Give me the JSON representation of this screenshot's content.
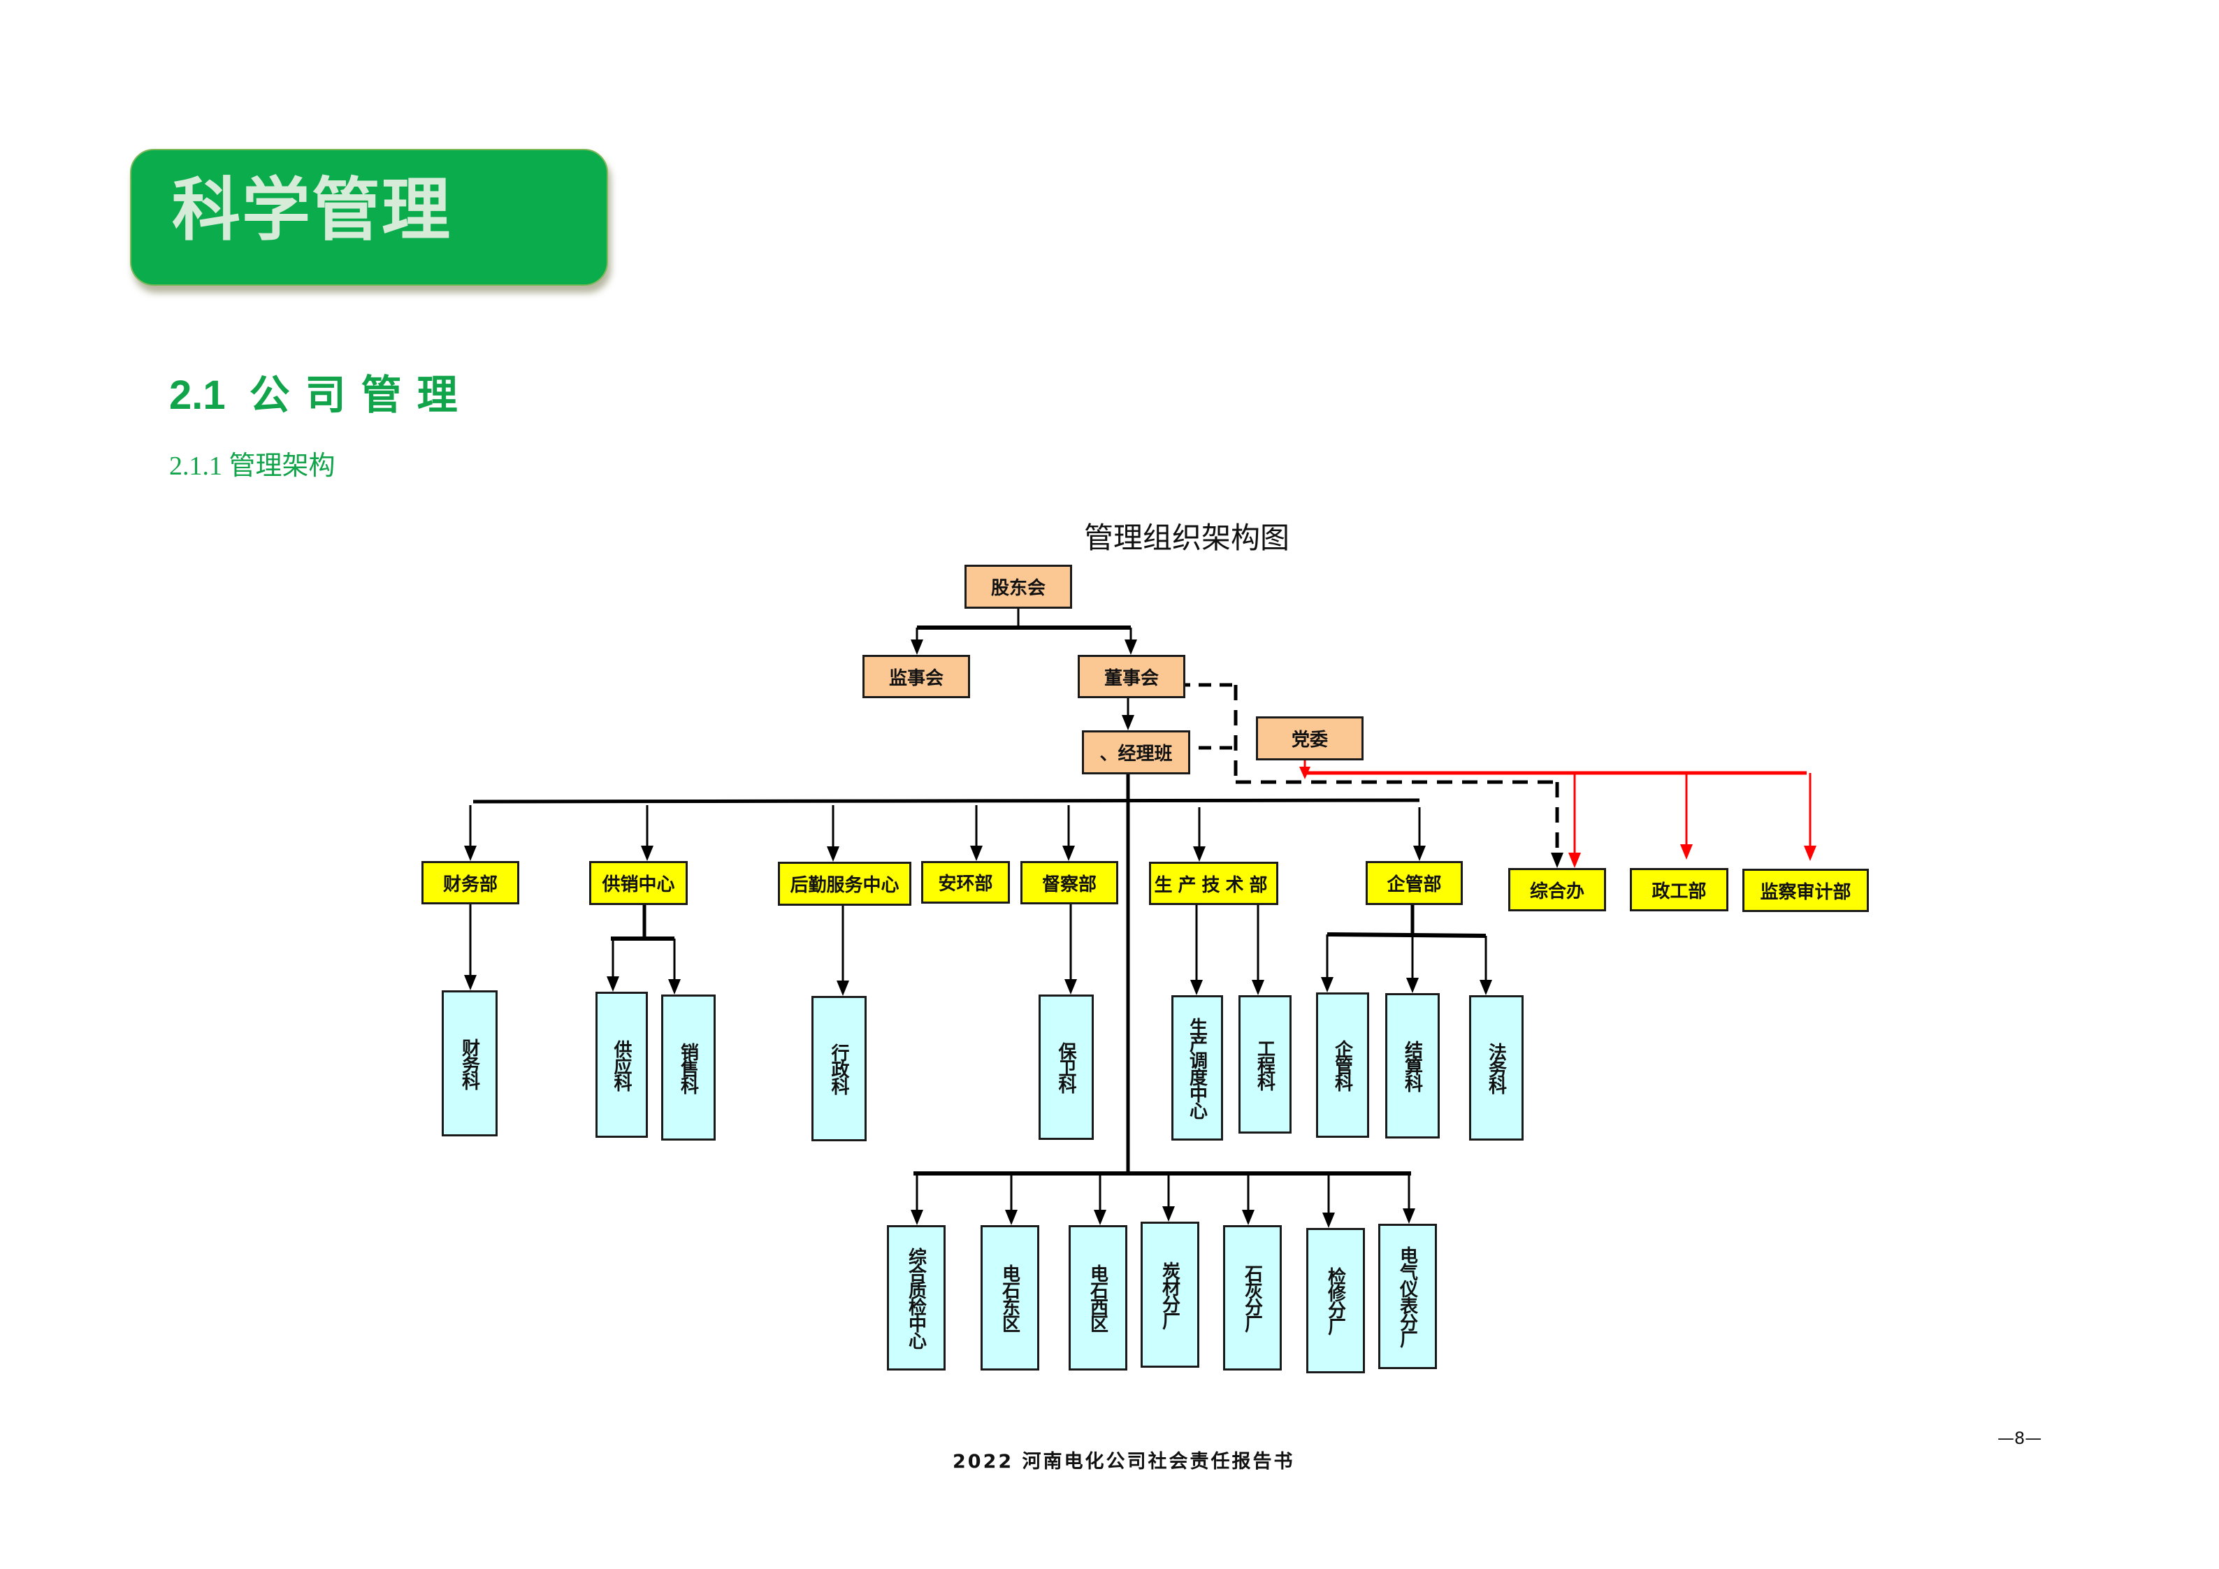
{
  "section_banner": {
    "title": "科学管理",
    "color": "#0aac4c"
  },
  "heading": {
    "number": "2.1",
    "title": "公司管理"
  },
  "subheading": {
    "text": "2.1.1 管理架构"
  },
  "chart": {
    "title": "管理组织架构图",
    "colors": {
      "governance": "#fbc894",
      "department": "#ffff00",
      "unit": "#ccffff",
      "party_line": "#ff0000"
    },
    "governance": {
      "shareholders": "股东会",
      "supervisors": "监事会",
      "board": "董事会",
      "management": "、经理班",
      "party_committee": "党委"
    },
    "departments": [
      {
        "id": "finance",
        "label": "财务部",
        "units": [
          "财务科"
        ]
      },
      {
        "id": "supply",
        "label": "供销中心",
        "units": [
          "供应科",
          "销售科"
        ]
      },
      {
        "id": "logistics",
        "label": "后勤服务中心",
        "units": [
          "行政科"
        ]
      },
      {
        "id": "safety",
        "label": "安环部",
        "units": []
      },
      {
        "id": "inspection",
        "label": "督察部",
        "units": [
          "保卫科"
        ]
      },
      {
        "id": "production",
        "label": "生产技术部",
        "units": [
          "生产调度中心",
          "工程科"
        ]
      },
      {
        "id": "enterprise",
        "label": "企管部",
        "units": [
          "企管科",
          "结算科",
          "法务科"
        ]
      }
    ],
    "party_departments": [
      "综合办",
      "政工部",
      "监察审计部"
    ],
    "production_units": [
      "综合质检中心",
      "电石东区",
      "电石西区",
      "炭材分厂",
      "石灰分厂",
      "检修分厂",
      "电气仪表分厂"
    ]
  },
  "footer": {
    "text": "2022  河南电化公司社会责任报告书",
    "page": "—8—"
  }
}
